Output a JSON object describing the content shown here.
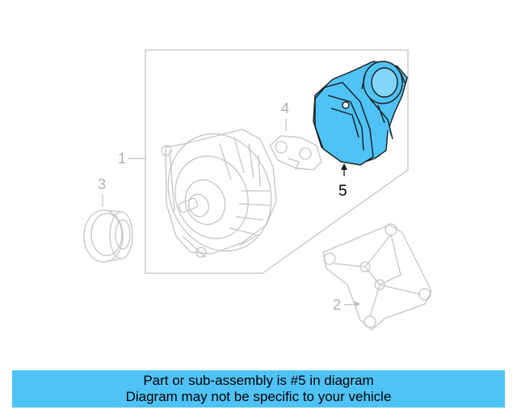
{
  "callouts": {
    "part_1": "1",
    "part_2": "2",
    "part_3": "3",
    "part_4": "4",
    "part_5": "5"
  },
  "highlight": {
    "part": "5",
    "fill_color": "#4fc3f7",
    "outline_color": "#1a1a1a"
  },
  "banner": {
    "line1": "Part or sub-assembly is #5 in diagram",
    "line2": "Diagram may not be specific to your vehicle",
    "background": "#4fc3f7"
  }
}
